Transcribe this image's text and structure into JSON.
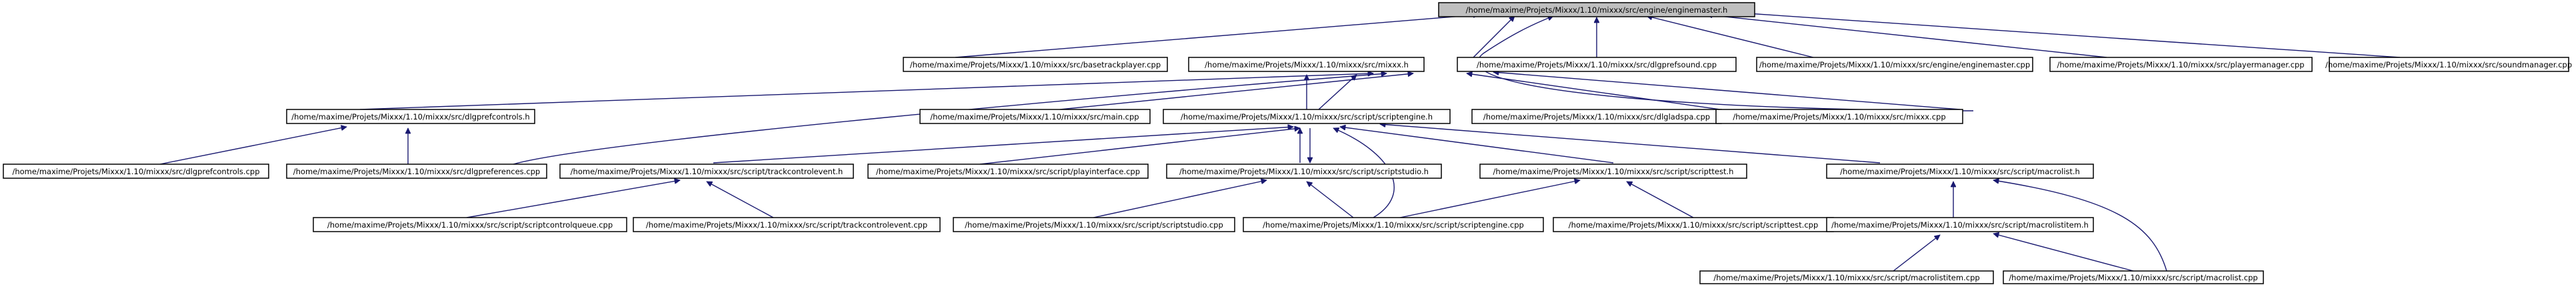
{
  "colors": {
    "edge": "#191970",
    "root_fill": "#bfbfbf",
    "node_fill": "#ffffff",
    "node_border": "#000000",
    "background": "#ffffff"
  },
  "nodes": {
    "enginemaster_h": "/home/maxime/Projets/Mixxx/1.10/mixxx/src/engine/enginemaster.h",
    "basetrackplayer_cpp": "/home/maxime/Projets/Mixxx/1.10/mixxx/src/basetrackplayer.cpp",
    "mixxx_h": "/home/maxime/Projets/Mixxx/1.10/mixxx/src/mixxx.h",
    "dlgprefsound_cpp": "/home/maxime/Projets/Mixxx/1.10/mixxx/src/dlgprefsound.cpp",
    "enginemaster_cpp": "/home/maxime/Projets/Mixxx/1.10/mixxx/src/engine/enginemaster.cpp",
    "playermanager_cpp": "/home/maxime/Projets/Mixxx/1.10/mixxx/src/playermanager.cpp",
    "soundmanager_cpp": "/home/maxime/Projets/Mixxx/1.10/mixxx/src/soundmanager.cpp",
    "dlgprefcontrols_h": "/home/maxime/Projets/Mixxx/1.10/mixxx/src/dlgprefcontrols.h",
    "main_cpp": "/home/maxime/Projets/Mixxx/1.10/mixxx/src/main.cpp",
    "scriptengine_h": "/home/maxime/Projets/Mixxx/1.10/mixxx/src/script/scriptengine.h",
    "dlgladspa_cpp": "/home/maxime/Projets/Mixxx/1.10/mixxx/src/dlgladspa.cpp",
    "mixxx_cpp": "/home/maxime/Projets/Mixxx/1.10/mixxx/src/mixxx.cpp",
    "dlgprefcontrols_cpp": "/home/maxime/Projets/Mixxx/1.10/mixxx/src/dlgprefcontrols.cpp",
    "dlgpreferences_cpp": "/home/maxime/Projets/Mixxx/1.10/mixxx/src/dlgpreferences.cpp",
    "trackcontrolevent_h": "/home/maxime/Projets/Mixxx/1.10/mixxx/src/script/trackcontrolevent.h",
    "playinterface_cpp": "/home/maxime/Projets/Mixxx/1.10/mixxx/src/script/playinterface.cpp",
    "scriptstudio_h": "/home/maxime/Projets/Mixxx/1.10/mixxx/src/script/scriptstudio.h",
    "scripttest_h": "/home/maxime/Projets/Mixxx/1.10/mixxx/src/script/scripttest.h",
    "macrolist_h": "/home/maxime/Projets/Mixxx/1.10/mixxx/src/script/macrolist.h",
    "scriptcontrolqueue_cpp": "/home/maxime/Projets/Mixxx/1.10/mixxx/src/script/scriptcontrolqueue.cpp",
    "trackcontrolevent_cpp": "/home/maxime/Projets/Mixxx/1.10/mixxx/src/script/trackcontrolevent.cpp",
    "scriptstudio_cpp": "/home/maxime/Projets/Mixxx/1.10/mixxx/src/script/scriptstudio.cpp",
    "scriptengine_cpp": "/home/maxime/Projets/Mixxx/1.10/mixxx/src/script/scriptengine.cpp",
    "scripttest_cpp": "/home/maxime/Projets/Mixxx/1.10/mixxx/src/script/scripttest.cpp",
    "macrolistitem_h": "/home/maxime/Projets/Mixxx/1.10/mixxx/src/script/macrolistitem.h",
    "macrolistitem_cpp": "/home/maxime/Projets/Mixxx/1.10/mixxx/src/script/macrolistitem.cpp",
    "macrolist_cpp": "/home/maxime/Projets/Mixxx/1.10/mixxx/src/script/macrolist.cpp"
  }
}
